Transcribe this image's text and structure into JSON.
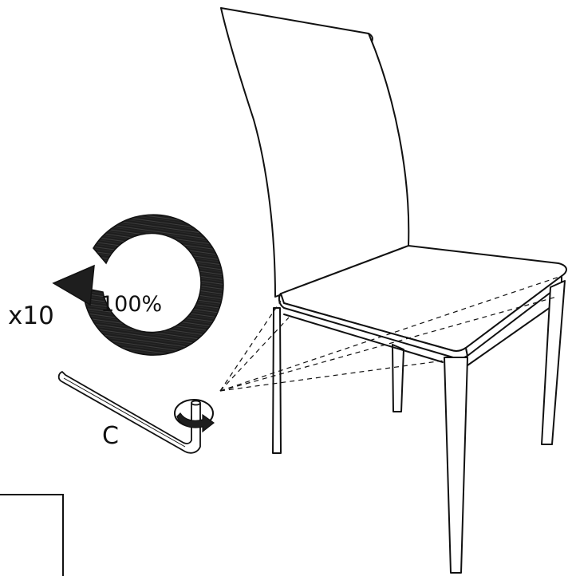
{
  "diagram": {
    "repeat_count": "x10",
    "torque": "100%",
    "tool_label": "C",
    "colors": {
      "line": "#111111",
      "arrow_fill": "#1e1e1e",
      "background": "#ffffff"
    },
    "icons": [
      "chair-icon",
      "allen-key-icon",
      "rotation-arrow-icon",
      "tighten-arrow-icon"
    ]
  }
}
